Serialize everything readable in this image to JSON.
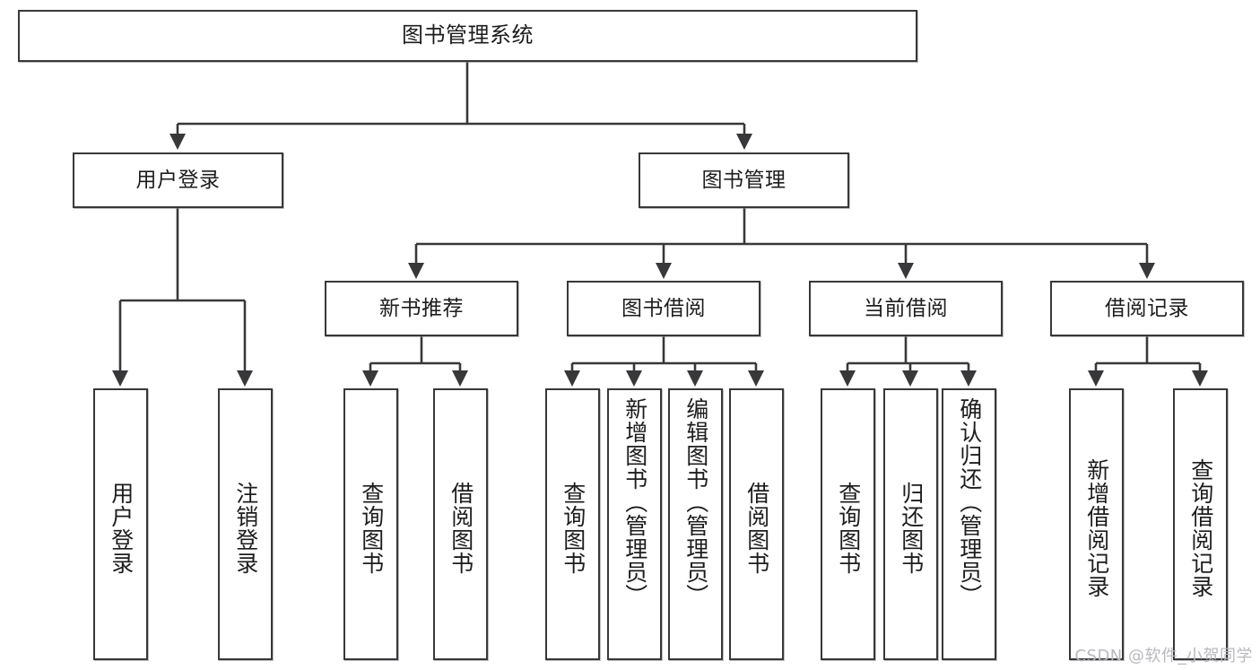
{
  "diagram": {
    "title": "图书管理系统",
    "type": "tree-structure-chart",
    "watermark": "CSDN @软件_小贺同学",
    "colors": {
      "stroke": "#38383a",
      "fill": "#ffffff",
      "text": "#1d1d1f",
      "watermark": "#b9b9bd"
    },
    "nodes": {
      "root": {
        "label": "图书管理系统"
      },
      "level2": [
        {
          "id": "user-login",
          "label": "用户登录"
        },
        {
          "id": "book-manage",
          "label": "图书管理"
        }
      ],
      "level3": [
        {
          "id": "new-book-rec",
          "label": "新书推荐"
        },
        {
          "id": "book-borrow",
          "label": "图书借阅"
        },
        {
          "id": "current-borrow",
          "label": "当前借阅"
        },
        {
          "id": "borrow-record",
          "label": "借阅记录"
        }
      ],
      "leaves": {
        "user_login": [
          {
            "id": "leaf-user-login",
            "label": "用户登录"
          },
          {
            "id": "leaf-logout",
            "label": "注销登录"
          }
        ],
        "new_book_rec": [
          {
            "id": "leaf-query-book-1",
            "label": "查询图书"
          },
          {
            "id": "leaf-borrow-book-1",
            "label": "借阅图书"
          }
        ],
        "book_borrow": [
          {
            "id": "leaf-query-book-2",
            "label": "查询图书"
          },
          {
            "id": "leaf-add-book",
            "label": "新增图书（管理员）"
          },
          {
            "id": "leaf-edit-book",
            "label": "编辑图书（管理员）"
          },
          {
            "id": "leaf-borrow-book-2",
            "label": "借阅图书"
          }
        ],
        "current_borrow": [
          {
            "id": "leaf-query-book-3",
            "label": "查询图书"
          },
          {
            "id": "leaf-return-book",
            "label": "归还图书"
          },
          {
            "id": "leaf-confirm-return",
            "label": "确认归还（管理员）"
          }
        ],
        "borrow_record": [
          {
            "id": "leaf-add-record",
            "label": "新增借阅记录"
          },
          {
            "id": "leaf-query-record",
            "label": "查询借阅记录"
          }
        ]
      }
    }
  }
}
